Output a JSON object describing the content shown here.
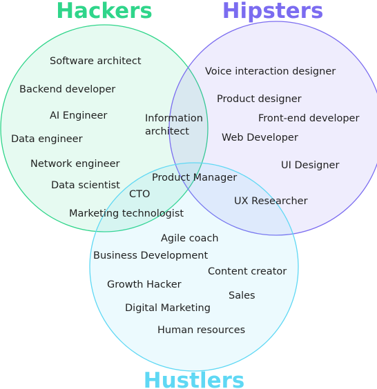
{
  "colors": {
    "hackers": "#2fd58a",
    "hipsters": "#7b6cf0",
    "hustlers": "#5fd8f4",
    "text": "#1f1f1f"
  },
  "sets": {
    "hackers": "Hackers",
    "hipsters": "Hipsters",
    "hustlers": "Hustlers"
  },
  "roles": {
    "software_architect": "Software architect",
    "backend_developer": "Backend developer",
    "ai_engineer": "AI Engineer",
    "data_engineer": "Data engineer",
    "network_engineer": "Network engineer",
    "data_scientist": "Data scientist",
    "information_architect_1": "Information",
    "information_architect_2": "architect",
    "voice_interaction_designer": "Voice interaction designer",
    "product_designer": "Product designer",
    "front_end_developer": "Front-end developer",
    "web_developer": "Web Developer",
    "ui_designer": "UI Designer",
    "product_manager": "Product Manager",
    "cto": "CTO",
    "ux_researcher": "UX Researcher",
    "marketing_technologist": "Marketing technologist",
    "agile_coach": "Agile coach",
    "business_development": "Business Development",
    "content_creator": "Content creator",
    "growth_hacker": "Growth Hacker",
    "sales": "Sales",
    "digital_marketing": "Digital Marketing",
    "human_resources": "Human resources"
  }
}
